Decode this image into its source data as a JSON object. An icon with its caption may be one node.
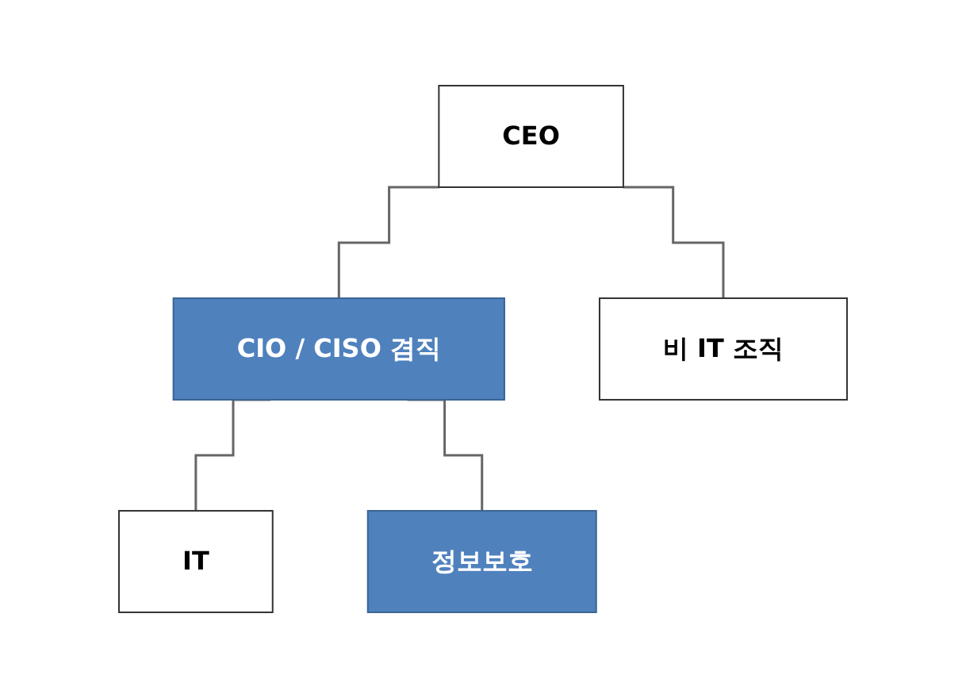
{
  "diagram": {
    "nodes": [
      {
        "text": [
          "CEO"
        ]
      },
      {
        "text": [
          "CIO / CISO 겸직"
        ]
      },
      {
        "text": [
          "비 IT 조직"
        ]
      },
      {
        "text": [
          "IT"
        ]
      },
      {
        "text": [
          "정보보호"
        ]
      }
    ],
    "edges": [
      {
        "from": 0,
        "to": 1,
        "arrow": "none"
      },
      {
        "from": 0,
        "to": 2,
        "arrow": "none"
      },
      {
        "from": 1,
        "to": 3,
        "arrow": "none"
      },
      {
        "from": 1,
        "to": 4,
        "arrow": "none"
      }
    ]
  }
}
